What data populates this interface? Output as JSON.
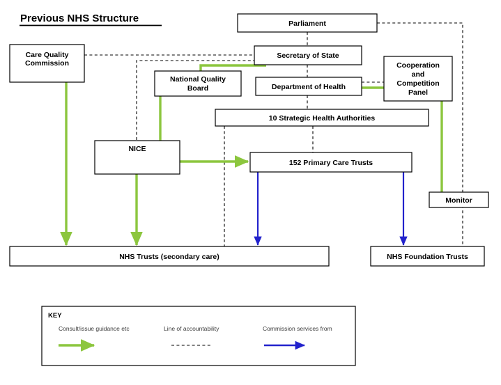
{
  "page": {
    "title": "Previous NHS Structure",
    "background": "#ffffff"
  },
  "colors": {
    "green": "#8CC63E",
    "blue": "#2222CC",
    "dashed": "#000000",
    "box_stroke": "#000000",
    "box_fill": "#ffffff",
    "text": "#000000",
    "key_text": "#3b3b3b"
  },
  "nodes": {
    "parliament": {
      "label": "Parliament"
    },
    "care_quality_commission": {
      "label_line1": "Care Quality",
      "label_line2": "Commission"
    },
    "secretary_of_state": {
      "label": "Secretary of State"
    },
    "national_quality_board": {
      "label_line1": "National Quality",
      "label_line2": "Board"
    },
    "department_of_health": {
      "label": "Department of Health"
    },
    "cooperation_and_competition_panel": {
      "label_line1": "Cooperation",
      "label_line2": "and",
      "label_line3": "Competition",
      "label_line4": "Panel"
    },
    "strategic_health_authorities": {
      "label": "10 Strategic Health Authorities"
    },
    "nice": {
      "label": "NICE"
    },
    "primary_care_trusts": {
      "label": "152 Primary Care Trusts"
    },
    "monitor": {
      "label": "Monitor"
    },
    "nhs_trusts": {
      "label": "NHS Trusts (secondary care)"
    },
    "nhs_foundation_trusts": {
      "label": "NHS Foundation Trusts"
    }
  },
  "key": {
    "title": "KEY",
    "items": [
      {
        "label": "Consult/issue guidance etc",
        "style": "solid-arrow",
        "color": "#8CC63E"
      },
      {
        "label": "Line of accountability",
        "style": "dashed-line",
        "color": "#000000"
      },
      {
        "label": "Commission services from",
        "style": "solid-arrow",
        "color": "#2222CC"
      }
    ]
  },
  "relationships": [
    {
      "from": "parliament",
      "to": "secretary_of_state",
      "type": "line-of-accountability"
    },
    {
      "from": "parliament",
      "to": "nhs_foundation_trusts",
      "type": "line-of-accountability"
    },
    {
      "from": "secretary_of_state",
      "to": "department_of_health",
      "type": "line-of-accountability"
    },
    {
      "from": "secretary_of_state",
      "to": "care_quality_commission",
      "type": "line-of-accountability"
    },
    {
      "from": "secretary_of_state",
      "to": "nice",
      "type": "line-of-accountability"
    },
    {
      "from": "secretary_of_state",
      "to": "national_quality_board",
      "type": "consult-issue-guidance"
    },
    {
      "from": "department_of_health",
      "to": "cooperation_and_competition_panel",
      "type": "line-of-accountability"
    },
    {
      "from": "department_of_health",
      "to": "strategic_health_authorities",
      "type": "line-of-accountability"
    },
    {
      "from": "strategic_health_authorities",
      "to": "primary_care_trusts",
      "type": "line-of-accountability"
    },
    {
      "from": "strategic_health_authorities",
      "to": "nhs_trusts",
      "type": "line-of-accountability"
    },
    {
      "from": "care_quality_commission",
      "to": "nhs_trusts",
      "type": "consult-issue-guidance"
    },
    {
      "from": "national_quality_board",
      "to": "nice",
      "type": "consult-issue-guidance"
    },
    {
      "from": "nice",
      "to": "primary_care_trusts",
      "type": "consult-issue-guidance"
    },
    {
      "from": "nice",
      "to": "nhs_trusts",
      "type": "consult-issue-guidance"
    },
    {
      "from": "cooperation_and_competition_panel",
      "to": "monitor",
      "type": "consult-issue-guidance"
    },
    {
      "from": "primary_care_trusts",
      "to": "nhs_trusts",
      "type": "commission-services-from"
    },
    {
      "from": "primary_care_trusts",
      "to": "nhs_foundation_trusts",
      "type": "commission-services-from"
    }
  ]
}
